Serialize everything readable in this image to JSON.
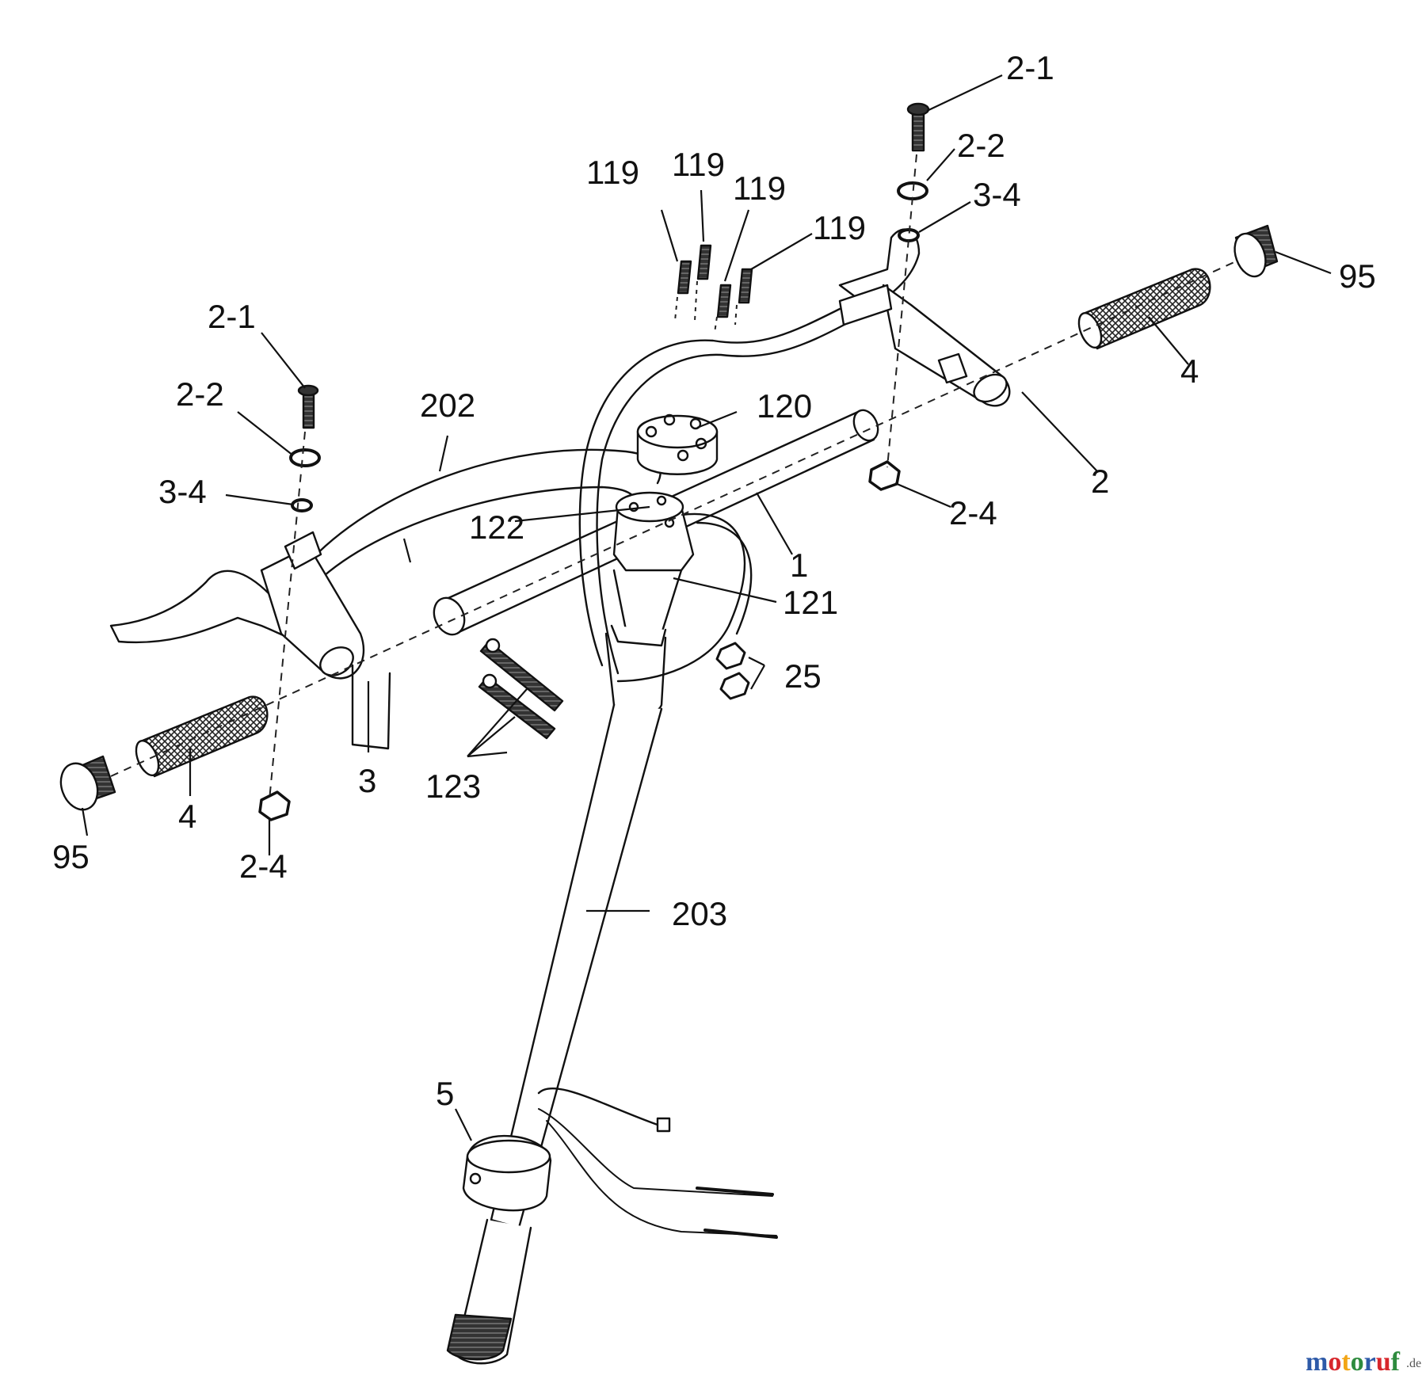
{
  "diagram": {
    "labels": {
      "part_1": "1",
      "part_2": "2",
      "part_2_1_left": "2-1",
      "part_2_1_right": "2-1",
      "part_2_2_left": "2-2",
      "part_2_2_right": "2-2",
      "part_2_4_left": "2-4",
      "part_2_4_right": "2-4",
      "part_3": "3",
      "part_3_4_left": "3-4",
      "part_3_4_right": "3-4",
      "part_4_left": "4",
      "part_4_right": "4",
      "part_5": "5",
      "part_25": "25",
      "part_95_left": "95",
      "part_95_right": "95",
      "part_119_a": "119",
      "part_119_b": "119",
      "part_119_c": "119",
      "part_119_d": "119",
      "part_120": "120",
      "part_121": "121",
      "part_122": "122",
      "part_123": "123",
      "part_202": "202",
      "part_203": "203"
    },
    "watermark": {
      "text": "motoruf",
      "suffix": ".de",
      "colors": [
        "#2e5aa8",
        "#d7262b",
        "#f2a516",
        "#2e8b3e",
        "#2e5aa8",
        "#d7262b",
        "#2e8b3e"
      ]
    }
  }
}
